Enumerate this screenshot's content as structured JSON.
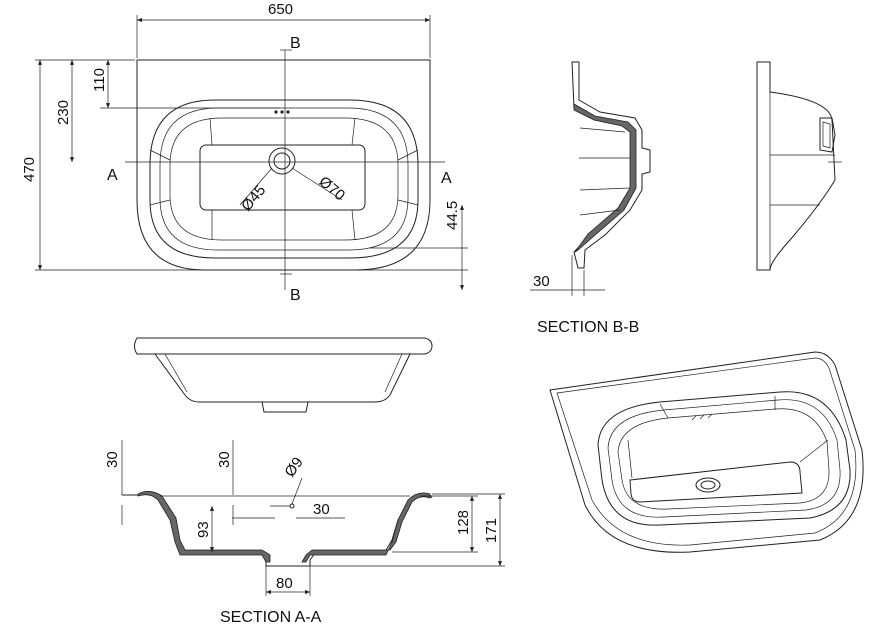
{
  "plan_view": {
    "dim_width": "650",
    "dim_depth": "470",
    "dim_230": "230",
    "dim_110": "110",
    "dim_44_5": "44.5",
    "dia_45": "Ø45",
    "dia_70": "Ø70",
    "marker_a": "A",
    "marker_b": "B"
  },
  "section_bb": {
    "dim_30": "30",
    "title": "SECTION B-B"
  },
  "section_aa": {
    "dim_30_left": "30",
    "dim_30_mid": "30",
    "dim_30_right": "30",
    "dia_9": "Ø9",
    "dim_93": "93",
    "dim_128": "128",
    "dim_171": "171",
    "dim_80": "80",
    "title": "SECTION A-A"
  },
  "colors": {
    "line": "#222222",
    "hatch": "#666666",
    "background": "#ffffff"
  }
}
